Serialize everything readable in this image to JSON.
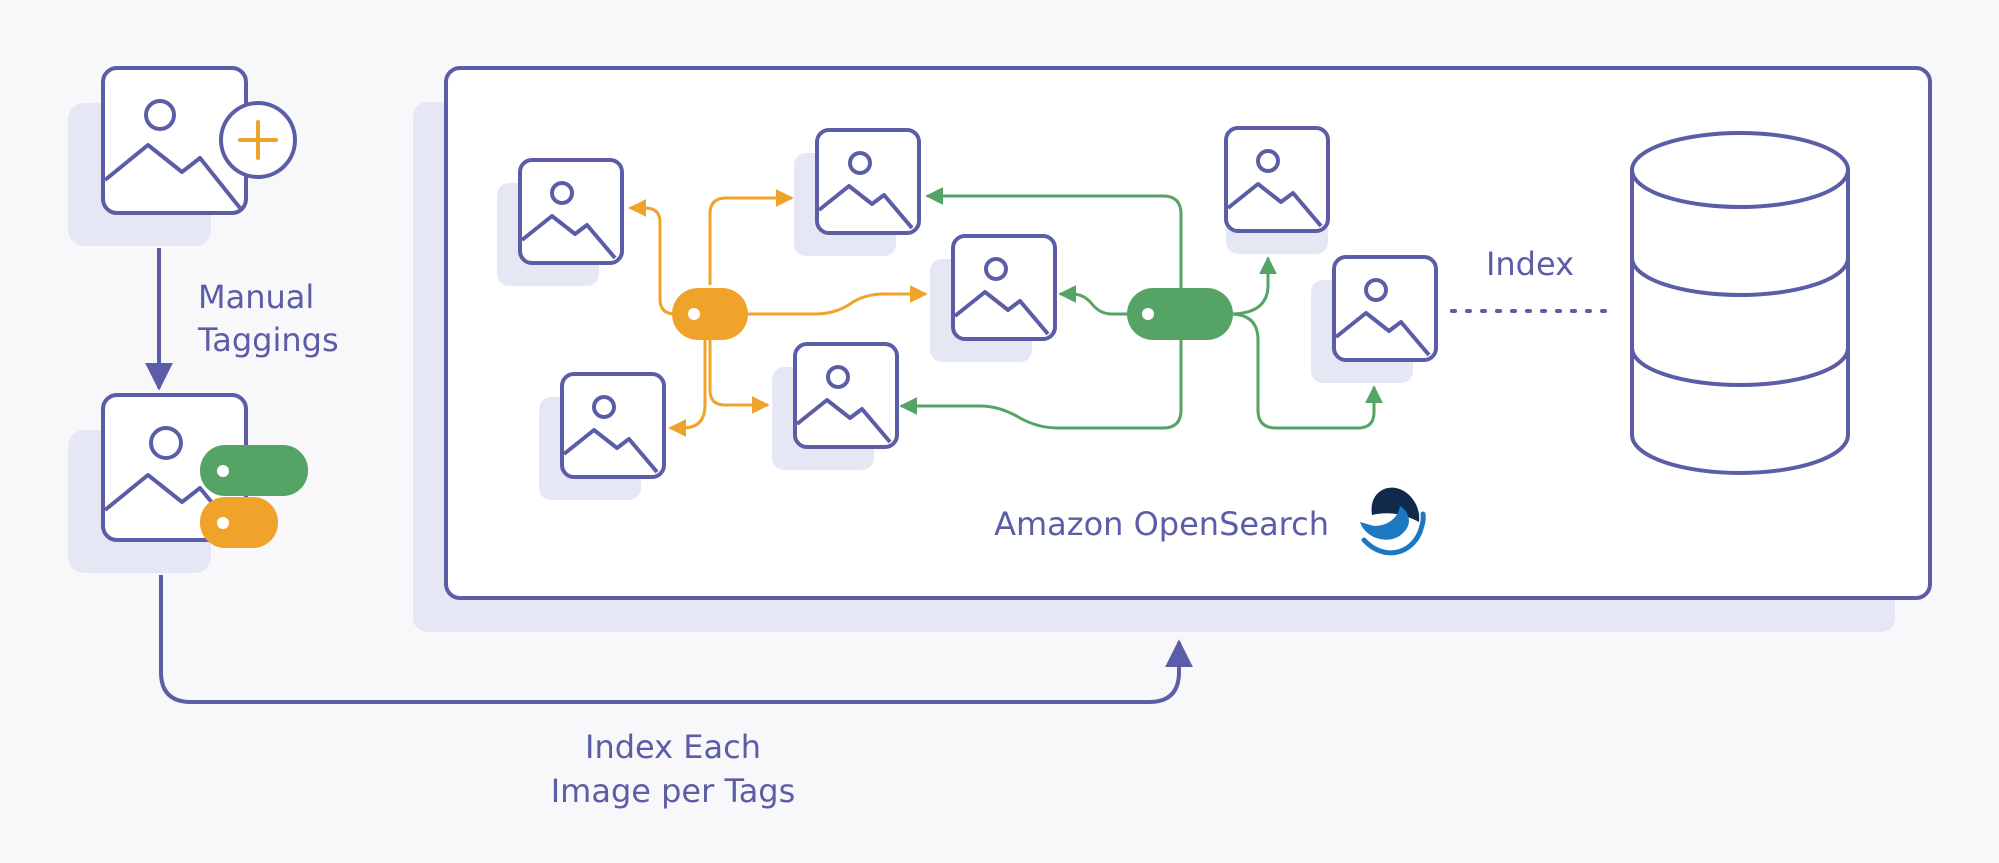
{
  "labels": {
    "manual_line1": "Manual",
    "manual_line2": "Taggings",
    "index_each_line1": "Index Each",
    "index_each_line2": "Image per Tags",
    "index": "Index",
    "service": "Amazon OpenSearch"
  },
  "icons": {
    "add": "plus-circle-icon",
    "image": "image-icon",
    "tag": "tag-icon",
    "database": "database-icon",
    "logo": "opensearch-logo-icon"
  },
  "colors": {
    "background": "#f8f8fb",
    "stroke": "#5b5ea6",
    "shadow": "#e6e7f5",
    "orange": "#f0a32a",
    "green": "#56a465",
    "logo_dark": "#0f2a4a",
    "logo_blue": "#1c78c0"
  }
}
